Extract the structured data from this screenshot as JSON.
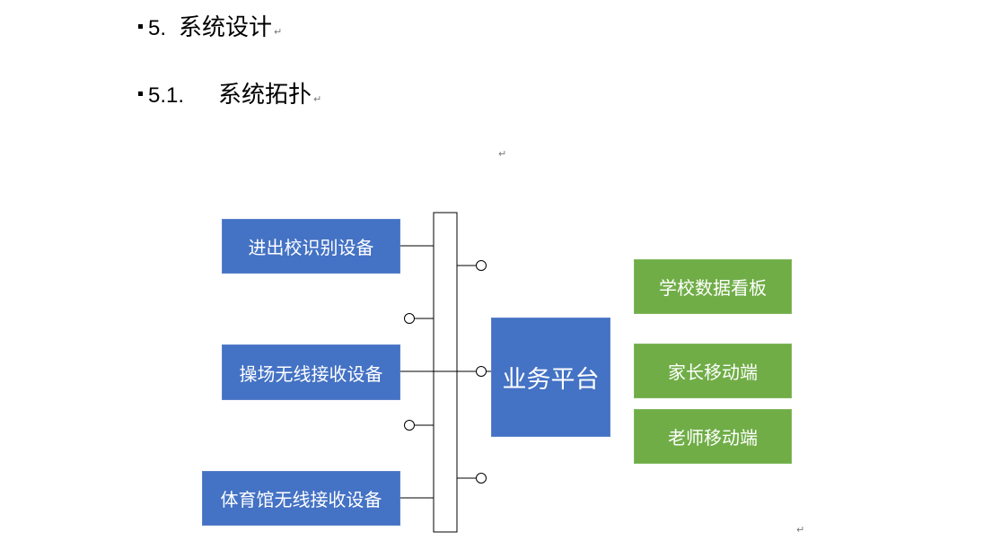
{
  "headings": [
    {
      "number": "5.",
      "text": "系统设计"
    },
    {
      "number": "5.1.",
      "text": "系统拓扑"
    }
  ],
  "paragraph_mark": "↵",
  "diagram": {
    "devices": [
      "进出校识别设备",
      "操场无线接收设备",
      "体育馆无线接收设备"
    ],
    "platform": "业务平台",
    "clients": [
      "学校数据看板",
      "家长移动端",
      "老师移动端"
    ],
    "colors": {
      "device": "#4472c4",
      "client": "#70ad47",
      "line": "#000000"
    }
  }
}
